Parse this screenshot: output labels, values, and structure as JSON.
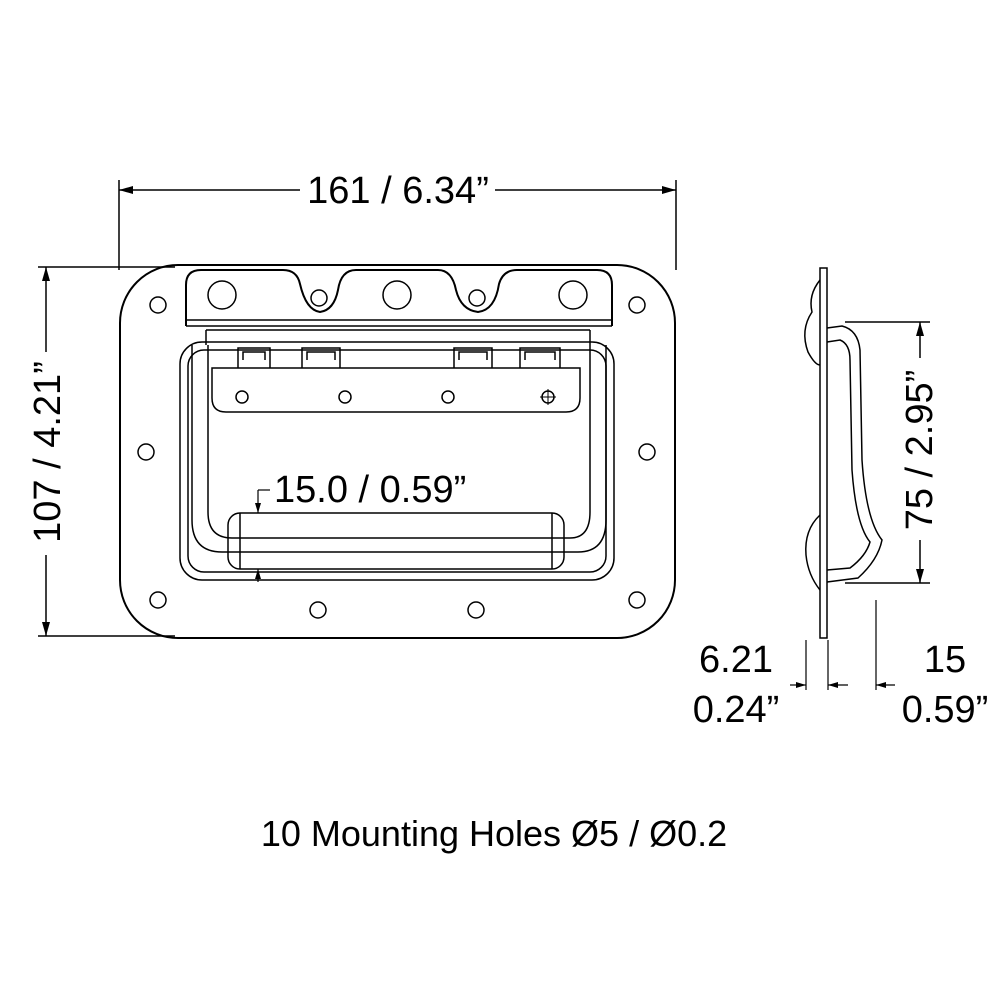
{
  "dimensions": {
    "width_total": "161 / 6.34”",
    "height_total": "107 / 4.21”",
    "handle_diameter": "15.0 / 0.59”",
    "side_depth": "75 / 2.95”",
    "plate_thickness_mm": "6.21",
    "plate_thickness_in": "0.24”",
    "handle_offset_mm": "15",
    "handle_offset_in": "0.59”"
  },
  "caption": "10 Mounting Holes Ø5 / Ø0.2"
}
